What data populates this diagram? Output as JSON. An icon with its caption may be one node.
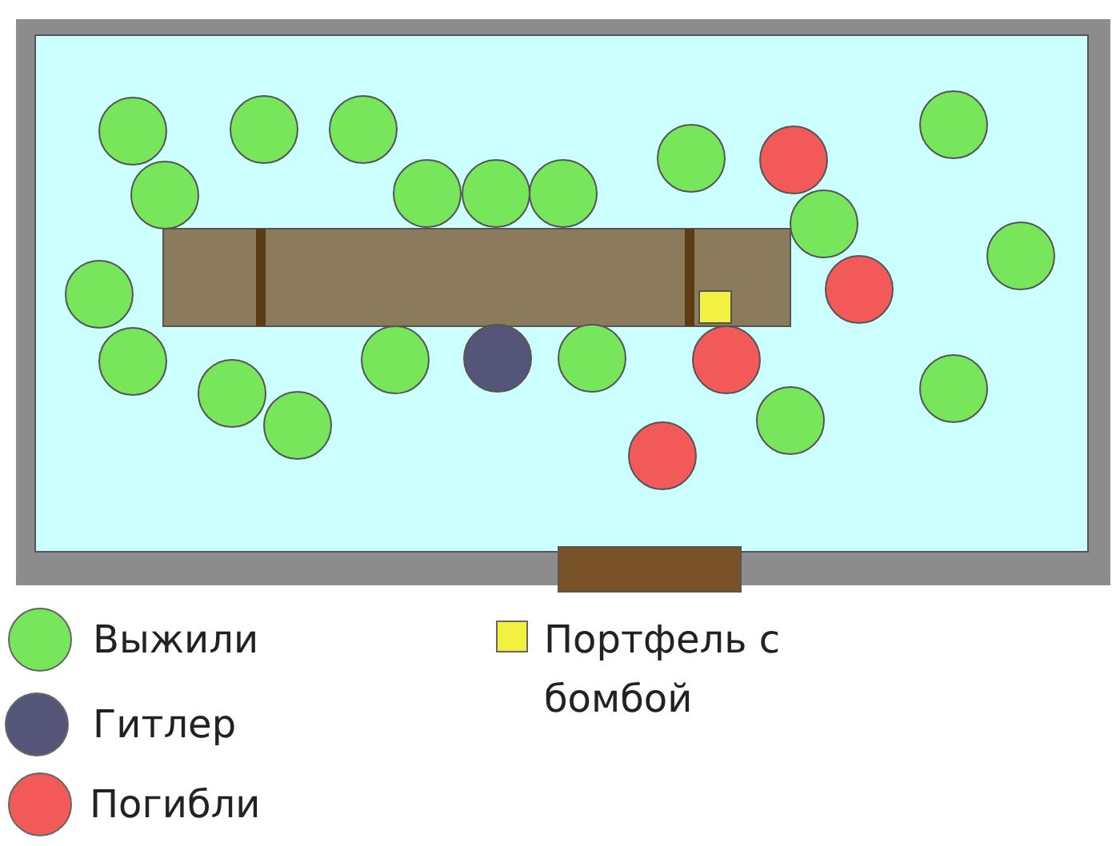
{
  "diagram": {
    "legend": [
      {
        "text": "Выжили",
        "color": "#77e65a"
      },
      {
        "text": "Гитлер",
        "color": "#55557a"
      },
      {
        "text": "Погибли",
        "color": "#f25a5a"
      },
      {
        "text": "Портфель с бомбой",
        "color": "#f2f040"
      }
    ]
  }
}
